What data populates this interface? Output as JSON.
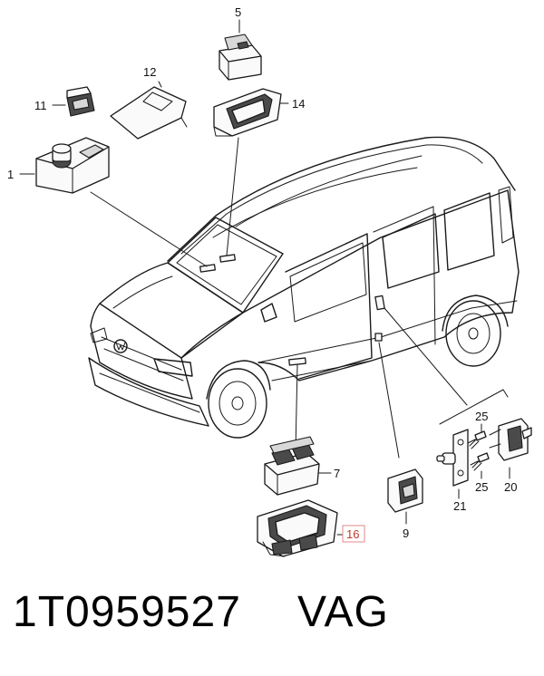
{
  "callouts": {
    "c1": "1",
    "c5": "5",
    "c7": "7",
    "c9": "9",
    "c11": "11",
    "c12": "12",
    "c14": "14",
    "c16": "16",
    "c20": "20",
    "c21": "21",
    "c25a": "25",
    "c25b": "25"
  },
  "caption": {
    "part_number": "1T0959527",
    "brand": "VAG"
  },
  "highlight_color": "#e38a8a"
}
